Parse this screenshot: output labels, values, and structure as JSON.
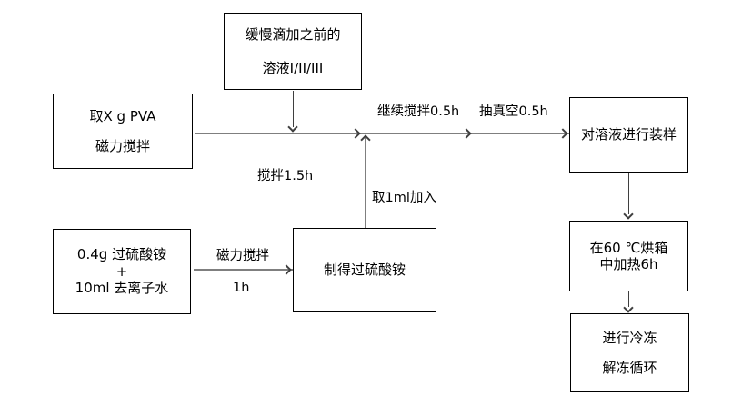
{
  "diagram": {
    "boxes": {
      "solution": {
        "lines": [
          "缓慢滴加之前的",
          "溶液I/II/III"
        ]
      },
      "pva": {
        "lines": [
          "取X g PVA",
          "磁力搅拌"
        ]
      },
      "aps": {
        "lines": [
          "0.4g 过硫酸铵",
          "+",
          "10ml 去离子水"
        ]
      },
      "product": {
        "lines": [
          "制得过硫酸铵"
        ]
      },
      "sampling": {
        "lines": [
          "对溶液进行装样"
        ]
      },
      "oven": {
        "lines": [
          "在60 ℃烘箱",
          "中加热6h"
        ]
      },
      "freeze": {
        "lines": [
          "进行冷冻",
          "解冻循环"
        ]
      }
    },
    "labels": {
      "stir_1_5h": "搅拌1.5h",
      "continue_stir_0_5h": "继续搅拌0.5h",
      "vacuum_0_5h": "抽真空0.5h",
      "add_1ml": "取1ml加入",
      "magnetic_stir": "磁力搅拌",
      "duration_1h": "1h"
    },
    "colors": {
      "connector_gray": "#7f7f7f",
      "connector_dark": "#3f3f3f",
      "box_border": "#000000",
      "text": "#000000",
      "background": "#ffffff"
    }
  }
}
